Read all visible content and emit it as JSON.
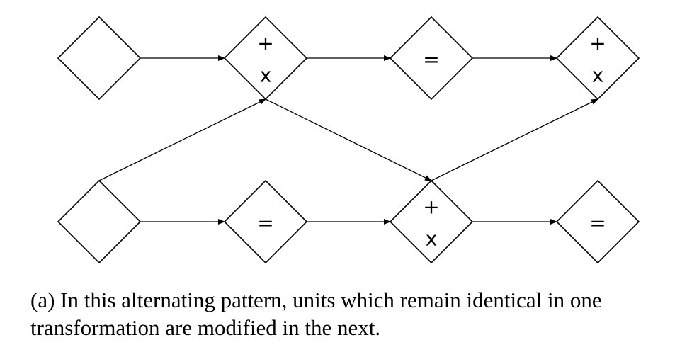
{
  "diagram": {
    "rows": [
      {
        "id": "top",
        "nodes": [
          {
            "symbols": []
          },
          {
            "symbols": [
              "+",
              "x"
            ]
          },
          {
            "symbols": [
              "="
            ]
          },
          {
            "symbols": [
              "+",
              "x"
            ]
          }
        ]
      },
      {
        "id": "bottom",
        "nodes": [
          {
            "symbols": []
          },
          {
            "symbols": [
              "="
            ]
          },
          {
            "symbols": [
              "+",
              "x"
            ]
          },
          {
            "symbols": [
              "="
            ]
          }
        ]
      }
    ],
    "edges": [
      {
        "from": [
          0,
          0
        ],
        "to": [
          0,
          1
        ]
      },
      {
        "from": [
          0,
          1
        ],
        "to": [
          0,
          2
        ]
      },
      {
        "from": [
          0,
          2
        ],
        "to": [
          0,
          3
        ]
      },
      {
        "from": [
          1,
          0
        ],
        "to": [
          1,
          1
        ]
      },
      {
        "from": [
          1,
          1
        ],
        "to": [
          1,
          2
        ]
      },
      {
        "from": [
          1,
          2
        ],
        "to": [
          1,
          3
        ]
      },
      {
        "from": [
          1,
          0
        ],
        "to": [
          0,
          1
        ]
      },
      {
        "from": [
          0,
          1
        ],
        "to": [
          1,
          2
        ]
      },
      {
        "from": [
          1,
          2
        ],
        "to": [
          0,
          3
        ]
      }
    ]
  },
  "caption": "(a) In this alternating pattern, units which remain identical in one transformation are modified in the next."
}
